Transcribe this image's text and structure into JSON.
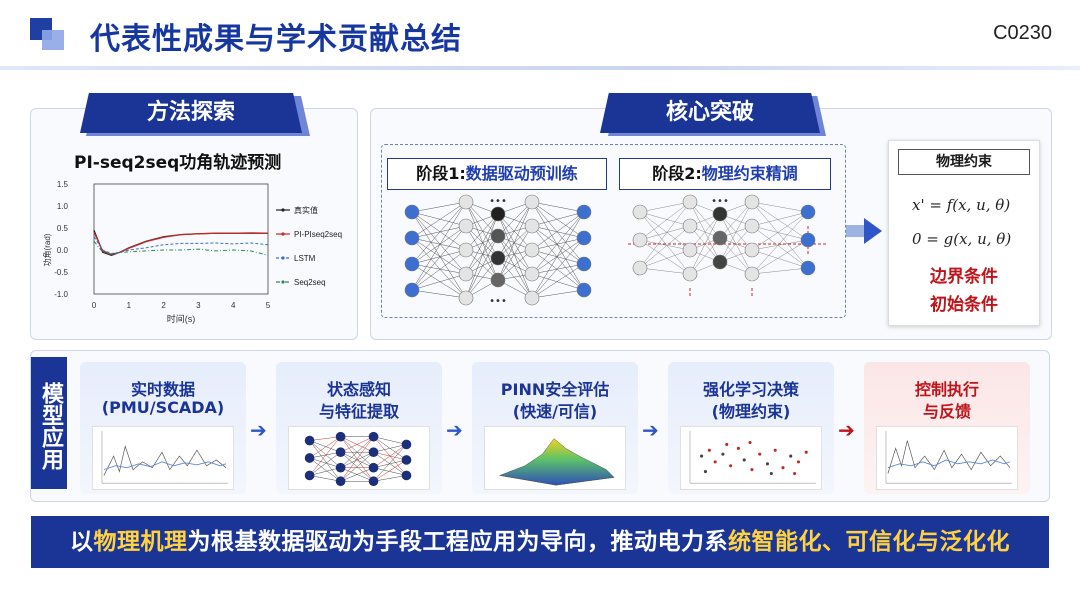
{
  "header": {
    "title": "代表性成果与学术贡献总结",
    "code": "C0230"
  },
  "method": {
    "banner": "方法探索",
    "chart_title": "PI-seq2seq功角轨迹预测"
  },
  "chart_data": {
    "type": "line",
    "title": "",
    "xlabel": "时间(s)",
    "ylabel": "功角(rad)",
    "xlim": [
      0,
      5
    ],
    "ylim": [
      -1.0,
      1.5
    ],
    "xticks": [
      "0",
      "1",
      "2",
      "3",
      "4",
      "5"
    ],
    "yticks": [
      "1.5",
      "1.0",
      "0.5",
      "0.0",
      "-0.5",
      "-1.0"
    ],
    "x": [
      0,
      0.25,
      0.5,
      0.75,
      1,
      1.5,
      2,
      2.5,
      3,
      3.5,
      4,
      4.5,
      5
    ],
    "series": [
      {
        "name": "真实值",
        "color": "#222222",
        "values": [
          0.45,
          -0.05,
          -0.12,
          -0.05,
          0.05,
          0.2,
          0.3,
          0.35,
          0.37,
          0.38,
          0.38,
          0.38,
          0.38
        ]
      },
      {
        "name": "PI-PIseq2seq",
        "color": "#c62828",
        "values": [
          0.4,
          -0.02,
          -0.1,
          -0.05,
          0.04,
          0.19,
          0.29,
          0.35,
          0.37,
          0.38,
          0.38,
          0.39,
          0.38
        ]
      },
      {
        "name": "LSTM",
        "color": "#3a6fc9",
        "values": [
          0.3,
          0.0,
          -0.08,
          -0.05,
          0.0,
          0.05,
          0.12,
          0.15,
          0.15,
          0.16,
          0.14,
          0.16,
          0.12
        ]
      },
      {
        "name": "Seq2seq",
        "color": "#2e8b57",
        "values": [
          0.2,
          -0.05,
          -0.1,
          -0.06,
          -0.04,
          -0.02,
          0.0,
          0.0,
          0.02,
          -0.02,
          0.0,
          -0.02,
          -0.12
        ]
      }
    ],
    "legend": "right"
  },
  "core": {
    "banner": "核心突破",
    "stage1_prefix": "阶段1:",
    "stage1_text": "数据驱动预训练",
    "stage2_prefix": "阶段2:",
    "stage2_text": "物理约束精调",
    "physics_title": "物理约束",
    "eq1": "x' = f(x, u, θ)",
    "eq2": "0 = g(x, u, θ)",
    "cond1": "边界条件",
    "cond2": "初始条件",
    "ellipsis": "•••"
  },
  "model": {
    "side_label": "模型应用",
    "steps": [
      {
        "line1": "实时数据",
        "line2": "(PMU/SCADA)"
      },
      {
        "line1": "状态感知",
        "line2": "与特征提取"
      },
      {
        "line1": "PINN安全评估",
        "line2": "(快速/可信)"
      },
      {
        "line1": "强化学习决策",
        "line2": "(物理约束)"
      },
      {
        "line1": "控制执行",
        "line2": "与反馈"
      }
    ]
  },
  "bottom": {
    "p1": "以",
    "h1": "物理机理",
    "p2": "为根基数据驱动为手段工程应用为导向，推动电力系",
    "h2": "统智能化、可信化与泛化化"
  },
  "colors": {
    "primary": "#1b3596",
    "accent_red": "#c0141b",
    "highlight": "#ffd23f"
  }
}
